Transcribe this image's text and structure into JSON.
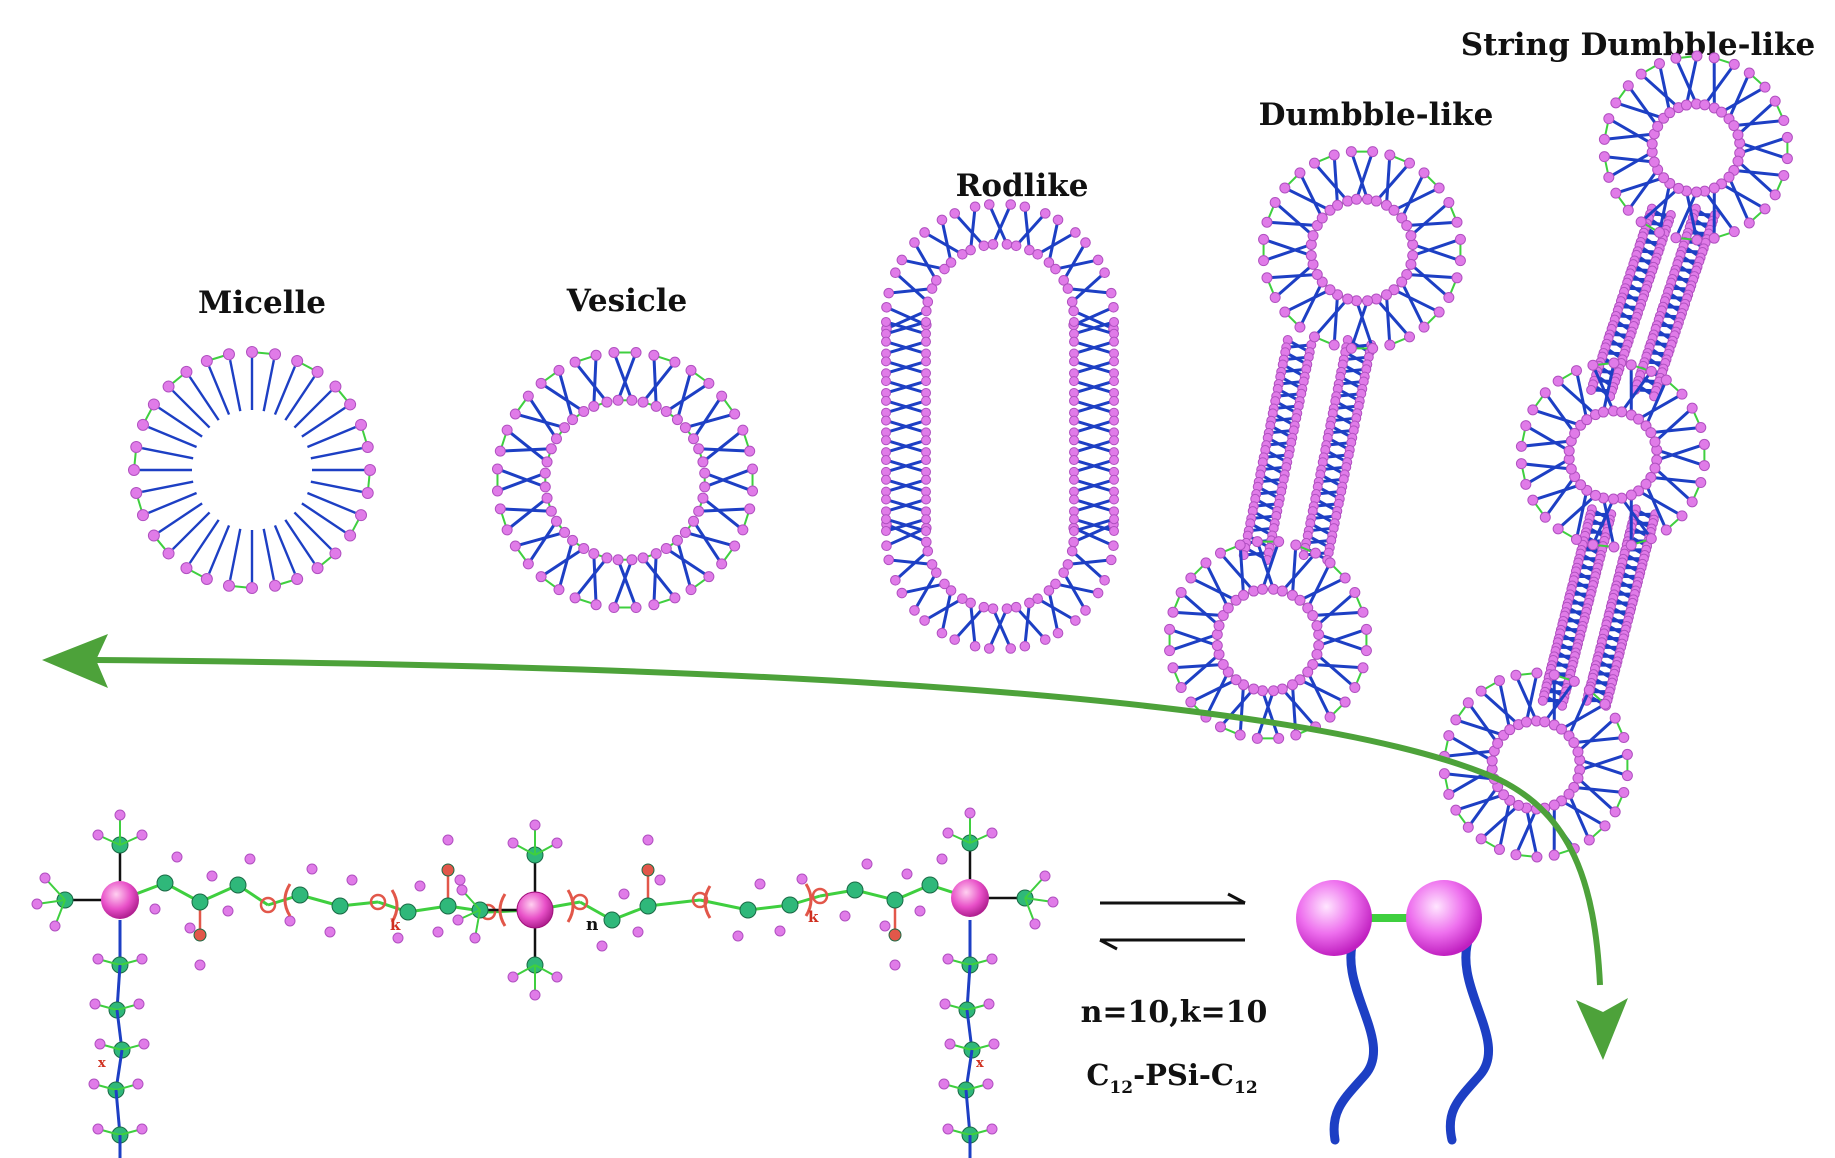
{
  "labels": {
    "micelle": "Micelle",
    "vesicle": "Vesicle",
    "rodlike": "Rodlike",
    "dumbbell": "Dumbble-like",
    "string_dumbbell": "String Dumbble-like"
  },
  "molecule": {
    "params": "n=10,k=10",
    "name_prefix": "C",
    "name_sub1": "12",
    "name_mid": "-PSi-C",
    "name_sub2": "12",
    "sub_k": "k",
    "sub_n": "n",
    "sub_x": "x"
  },
  "colors": {
    "head": "#e07be8",
    "head_stroke": "#b050c0",
    "tail": "#1d3fc4",
    "linker": "#3fcf3f",
    "arrow": "#4da23a",
    "chain_atom": "#2fb87a",
    "oxygen": "#e2574a"
  }
}
